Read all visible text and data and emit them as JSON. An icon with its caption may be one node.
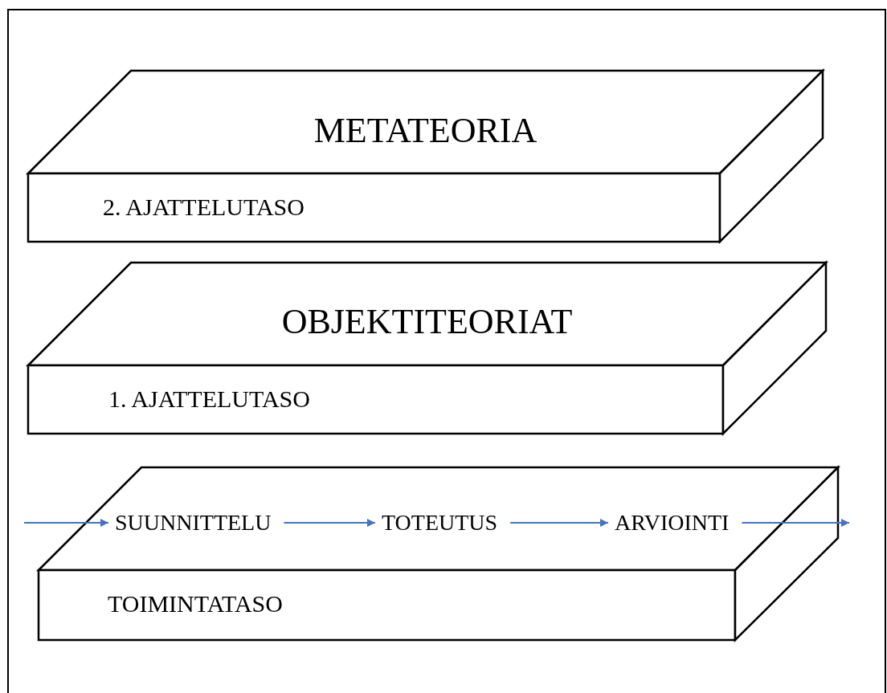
{
  "diagram": {
    "nodes": [
      {
        "text": [
          "METATEORIA",
          "2. AJATTELUTASO"
        ]
      },
      {
        "text": [
          "OBJEKTITEORIAT",
          "1. AJATTELUTASO"
        ]
      },
      {
        "text": [
          "TOIMINTATASO"
        ]
      },
      {
        "text": [
          "SUUNNITTELU"
        ],
        "in": 2
      },
      {
        "text": [
          "TOTEUTUS"
        ],
        "in": 2
      },
      {
        "text": [
          "ARVIOINTI"
        ],
        "in": 2
      }
    ],
    "edges": [
      {
        "from": null,
        "to": 3,
        "arrow": "to"
      },
      {
        "from": 3,
        "to": 4,
        "arrow": "to"
      },
      {
        "from": 4,
        "to": 5,
        "arrow": "to"
      },
      {
        "from": 5,
        "to": null,
        "arrow": "to"
      }
    ]
  }
}
